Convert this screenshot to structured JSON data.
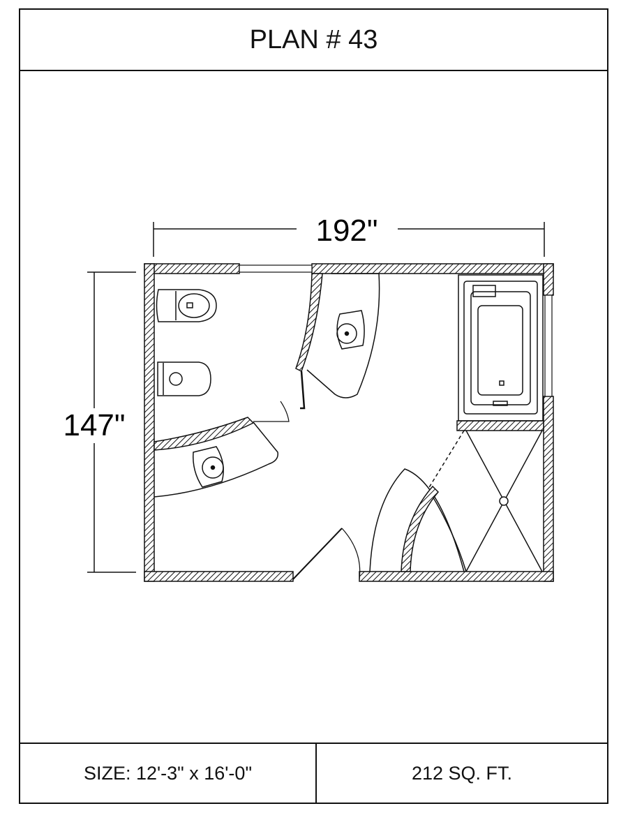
{
  "title": "PLAN # 43",
  "dimensions": {
    "width_label": "192\"",
    "height_label": "147\""
  },
  "footer": {
    "size": "SIZE:  12'-3\" x 16'-0\"",
    "area": "212 SQ. FT."
  },
  "fixtures": [
    "toilet",
    "bidet",
    "sink",
    "sink",
    "bathtub",
    "shower"
  ]
}
